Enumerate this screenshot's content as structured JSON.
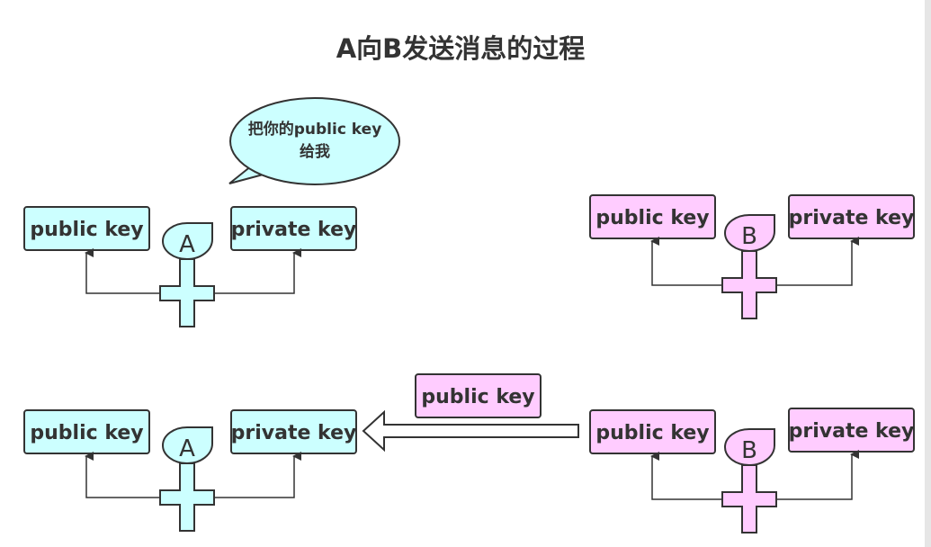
{
  "title": "A向B发送消息的过程",
  "speech_bubble": {
    "line1": "把你的public key",
    "line2": "给我"
  },
  "labels": {
    "public_key": "public key",
    "private_key": "private key",
    "transferred_key": "public key"
  },
  "persons": {
    "a": "A",
    "b": "B"
  },
  "colors": {
    "a_fill": "#ccffff",
    "b_fill": "#ffccff",
    "stroke": "#333333"
  }
}
